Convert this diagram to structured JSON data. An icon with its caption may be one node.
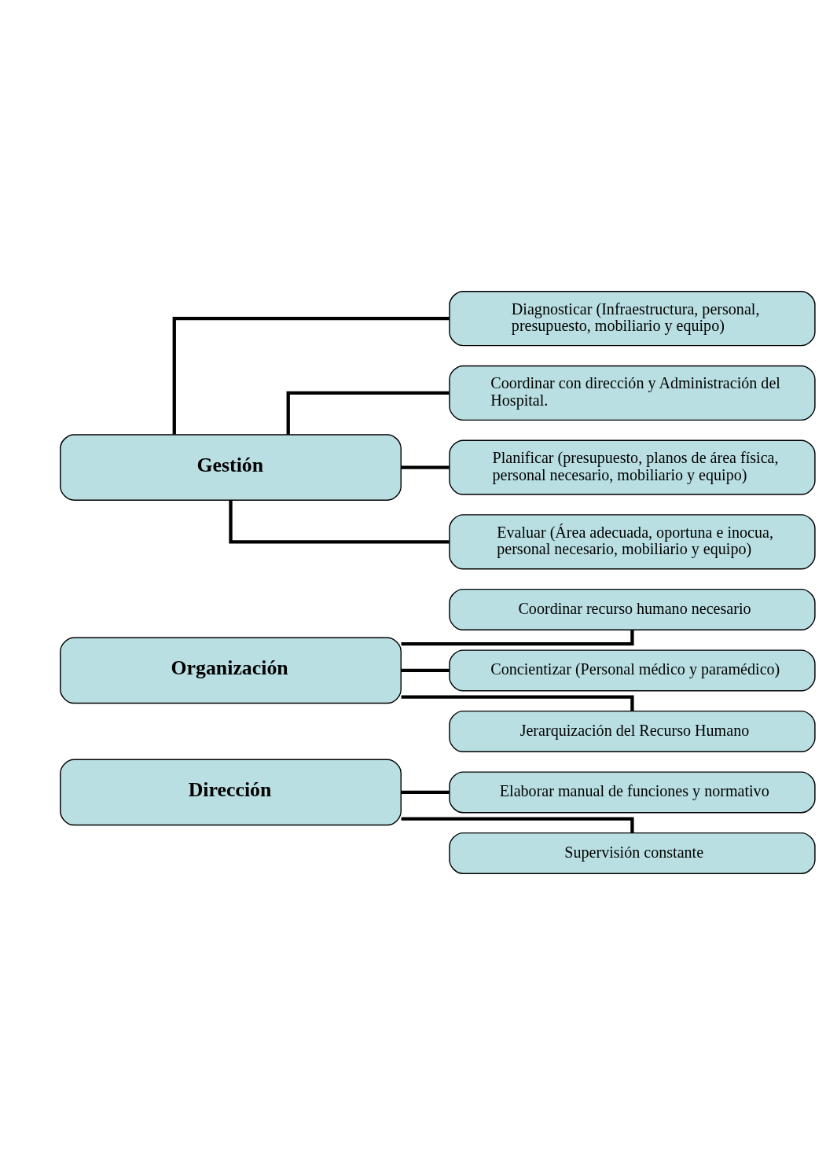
{
  "diagram": {
    "nodes": [
      {
        "text": [
          "Gestión"
        ]
      },
      {
        "text": [
          "Diagnosticar (Infraestructura, personal, presupuesto, mobiliario y equipo)"
        ]
      },
      {
        "text": [
          "Coordinar con dirección y Administración del Hospital."
        ]
      },
      {
        "text": [
          "Planificar (presupuesto, planos de área física, personal necesario, mobiliario y equipo)"
        ]
      },
      {
        "text": [
          "Evaluar (Área adecuada, oportuna e inocua, personal necesario, mobiliario y equipo)"
        ]
      },
      {
        "text": [
          "Organización"
        ]
      },
      {
        "text": [
          "Coordinar recurso humano necesario"
        ]
      },
      {
        "text": [
          "Concientizar (Personal médico y paramédico)"
        ]
      },
      {
        "text": [
          "Jerarquización del Recurso Humano"
        ]
      },
      {
        "text": [
          "Dirección"
        ]
      },
      {
        "text": [
          "Elaborar manual de funciones y normativo"
        ]
      },
      {
        "text": [
          "Supervisión constante"
        ]
      }
    ],
    "edges": [
      {
        "from": 0,
        "to": 1,
        "arrow": "none"
      },
      {
        "from": 0,
        "to": 2,
        "arrow": "none"
      },
      {
        "from": 0,
        "to": 3,
        "arrow": "none"
      },
      {
        "from": 0,
        "to": 4,
        "arrow": "none"
      },
      {
        "from": 5,
        "to": 6,
        "arrow": "none"
      },
      {
        "from": 5,
        "to": 7,
        "arrow": "none"
      },
      {
        "from": 5,
        "to": 8,
        "arrow": "none"
      },
      {
        "from": 9,
        "to": 10,
        "arrow": "none"
      },
      {
        "from": 9,
        "to": 11,
        "arrow": "none"
      }
    ]
  }
}
